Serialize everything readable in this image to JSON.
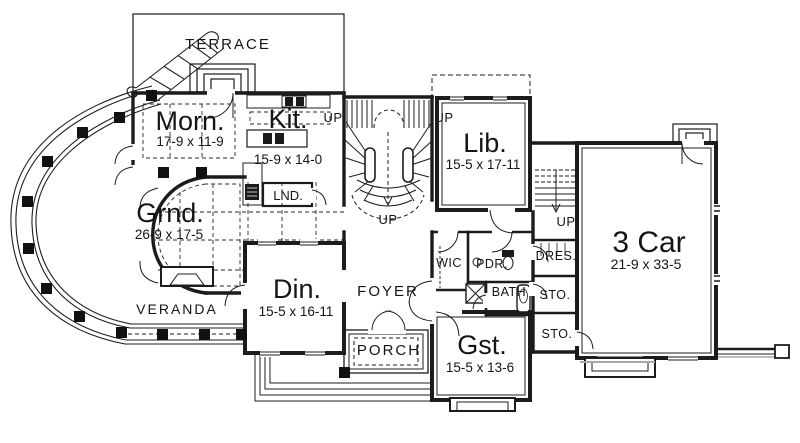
{
  "plan": {
    "background": "#ffffff",
    "line_color": "#1c1c1c",
    "shadow_color": "#a8a8a8",
    "column_color": "#111111"
  },
  "rooms": {
    "terrace": {
      "label": "TERRACE"
    },
    "morning": {
      "name": "Morn.",
      "dims": "17-9 x 11-9"
    },
    "kitchen": {
      "name": "Kit.",
      "dims": "15-9 x 14-0"
    },
    "laundry": {
      "label": "LND."
    },
    "library": {
      "name": "Lib.",
      "dims": "15-5 x 17-11"
    },
    "grand": {
      "name": "Grnd.",
      "dims": "26-9 x 17-5"
    },
    "dining": {
      "name": "Din.",
      "dims": "15-5 x 16-11"
    },
    "foyer": {
      "label": "FOYER"
    },
    "veranda": {
      "label": "VERANDA"
    },
    "porch": {
      "label": "PORCH"
    },
    "guest": {
      "name": "Gst.",
      "dims": "15-5 x 13-6"
    },
    "garage": {
      "name": "3 Car",
      "dims": "21-9 x 33-5"
    },
    "wic": {
      "label": "WIC"
    },
    "powder": {
      "label": "PDR."
    },
    "bath": {
      "label": "BATH"
    },
    "dressing": {
      "label": "DRES."
    },
    "storage_upper": {
      "label": "STO."
    },
    "storage_lower": {
      "label": "STO."
    }
  },
  "stair_labels": {
    "up_kitchen": "UP",
    "up_library": "UP",
    "up_foyer": "UP",
    "up_rear": "UP"
  }
}
